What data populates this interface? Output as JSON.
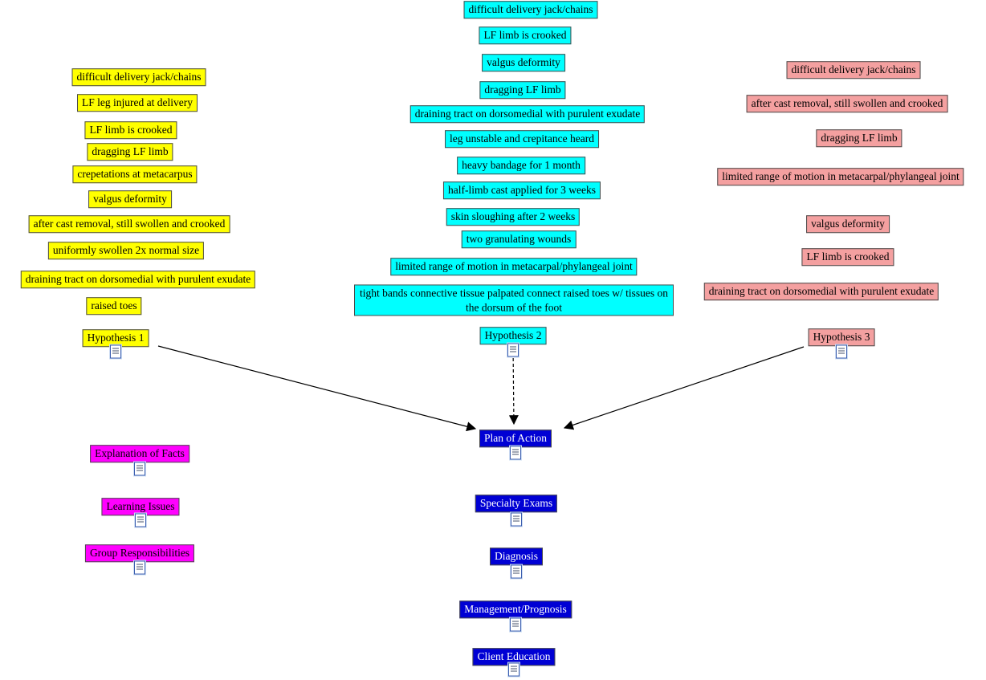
{
  "colors": {
    "yellow": "#ffff00",
    "cyan": "#00ffff",
    "pink": "#f4a0a0",
    "magenta": "#ff00ff",
    "blue": "#0000d4",
    "arrow": "#000000"
  },
  "icons": {
    "attachment": "document-icon"
  },
  "hypothesis1": {
    "label": "Hypothesis 1",
    "symptoms": [
      "difficult delivery jack/chains",
      "LF leg injured at delivery",
      "LF limb is crooked",
      "dragging LF limb",
      "crepetations at metacarpus",
      "valgus deformity",
      "after cast removal, still swollen and crooked",
      "uniformly swollen 2x normal size",
      "draining tract on dorsomedial with purulent exudate",
      "raised toes"
    ]
  },
  "hypothesis2": {
    "label": "Hypothesis 2",
    "symptoms": [
      "difficult delivery jack/chains",
      "LF limb is crooked",
      "valgus deformity",
      "dragging LF limb",
      "draining tract on dorsomedial with purulent exudate",
      "leg unstable and crepitance heard",
      "heavy bandage for 1 month",
      "half-limb cast applied for 3 weeks",
      "skin sloughing after 2 weeks",
      "two granulating wounds",
      "limited range of motion in metacarpal/phylangeal joint",
      "tight bands connective tissue palpated connect raised toes w/ tissues on the dorsum of the foot"
    ]
  },
  "hypothesis3": {
    "label": "Hypothesis 3",
    "symptoms": [
      "difficult delivery jack/chains",
      "after cast removal, still swollen and crooked",
      "dragging LF limb",
      "limited range of motion in metacarpal/phylangeal joint",
      "valgus deformity",
      "LF limb is crooked",
      "draining tract on dorsomedial with purulent exudate"
    ]
  },
  "tasks": [
    "Explanation of Facts",
    "Learning Issues",
    "Group Responsibilities"
  ],
  "plan": {
    "label": "Plan of Action",
    "steps": [
      "Specialty Exams",
      "Diagnosis",
      "Management/Prognosis",
      "Client Education"
    ]
  },
  "connections": [
    {
      "from": "Hypothesis 1",
      "to": "Plan of Action",
      "style": "solid"
    },
    {
      "from": "Hypothesis 2",
      "to": "Plan of Action",
      "style": "dashed"
    },
    {
      "from": "Hypothesis 3",
      "to": "Plan of Action",
      "style": "solid"
    }
  ]
}
